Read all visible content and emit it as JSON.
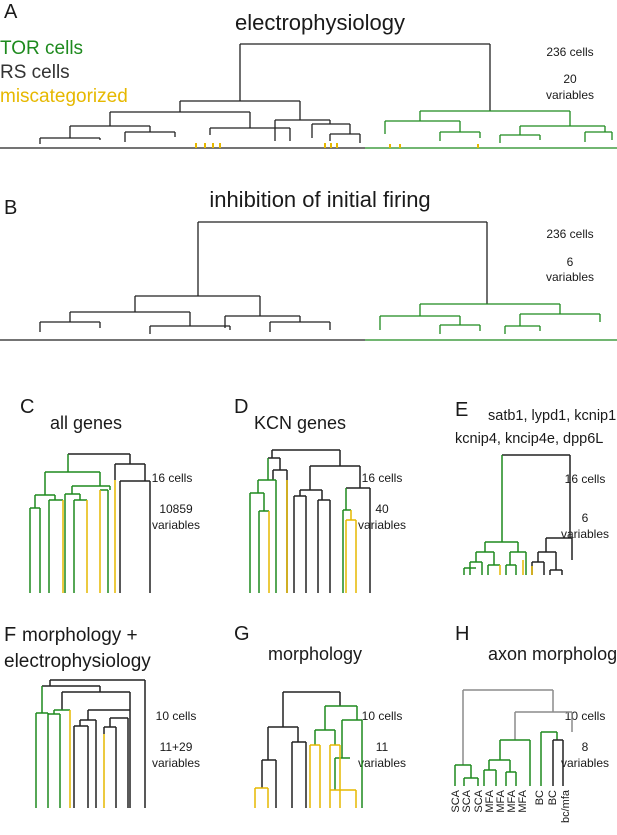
{
  "colors": {
    "tor": "#1e8a1e",
    "rs": "#222222",
    "mis": "#e6b800",
    "gray": "#8c8c8c",
    "text": "#1a1a1a"
  },
  "legend": {
    "tor": "TOR cells",
    "rs": "RS cells",
    "mis": "miscategorized"
  },
  "panels": [
    {
      "id": "A",
      "letter": "A",
      "title": "electrophysiology",
      "cells": "236 cells",
      "vars": [
        "20",
        "variables"
      ]
    },
    {
      "id": "B",
      "letter": "B",
      "title": "inhibition of initial firing",
      "cells": "236 cells",
      "vars": [
        "6",
        "variables"
      ]
    },
    {
      "id": "C",
      "letter": "C",
      "title": "all genes",
      "cells": "16 cells",
      "vars": [
        "10859",
        "variables"
      ]
    },
    {
      "id": "D",
      "letter": "D",
      "title": "KCN genes",
      "cells": "16 cells",
      "vars": [
        "40",
        "variables"
      ]
    },
    {
      "id": "E",
      "letter": "E",
      "titleLines": [
        "satb1, lypd1, kcnip1,",
        "kcnip4, kncip4e, dpp6L"
      ],
      "cells": "16 cells",
      "vars": [
        "6",
        "variables"
      ]
    },
    {
      "id": "F",
      "letter": "F",
      "titleLines": [
        "morphology +",
        "electrophysiology"
      ],
      "cells": "10 cells",
      "vars": [
        "11+29",
        "variables"
      ]
    },
    {
      "id": "G",
      "letter": "G",
      "title": "morphology",
      "cells": "10 cells",
      "vars": [
        "11",
        "variables"
      ]
    },
    {
      "id": "H",
      "letter": "H",
      "title": "axon morphology",
      "cells": "10 cells",
      "vars": [
        "8",
        "variables"
      ]
    }
  ],
  "h_leaf_labels": [
    "SCA",
    "SCA",
    "SCA",
    "MFA",
    "MFA",
    "MFA",
    "MFA",
    "BC",
    "BC",
    "bc/mfa"
  ]
}
